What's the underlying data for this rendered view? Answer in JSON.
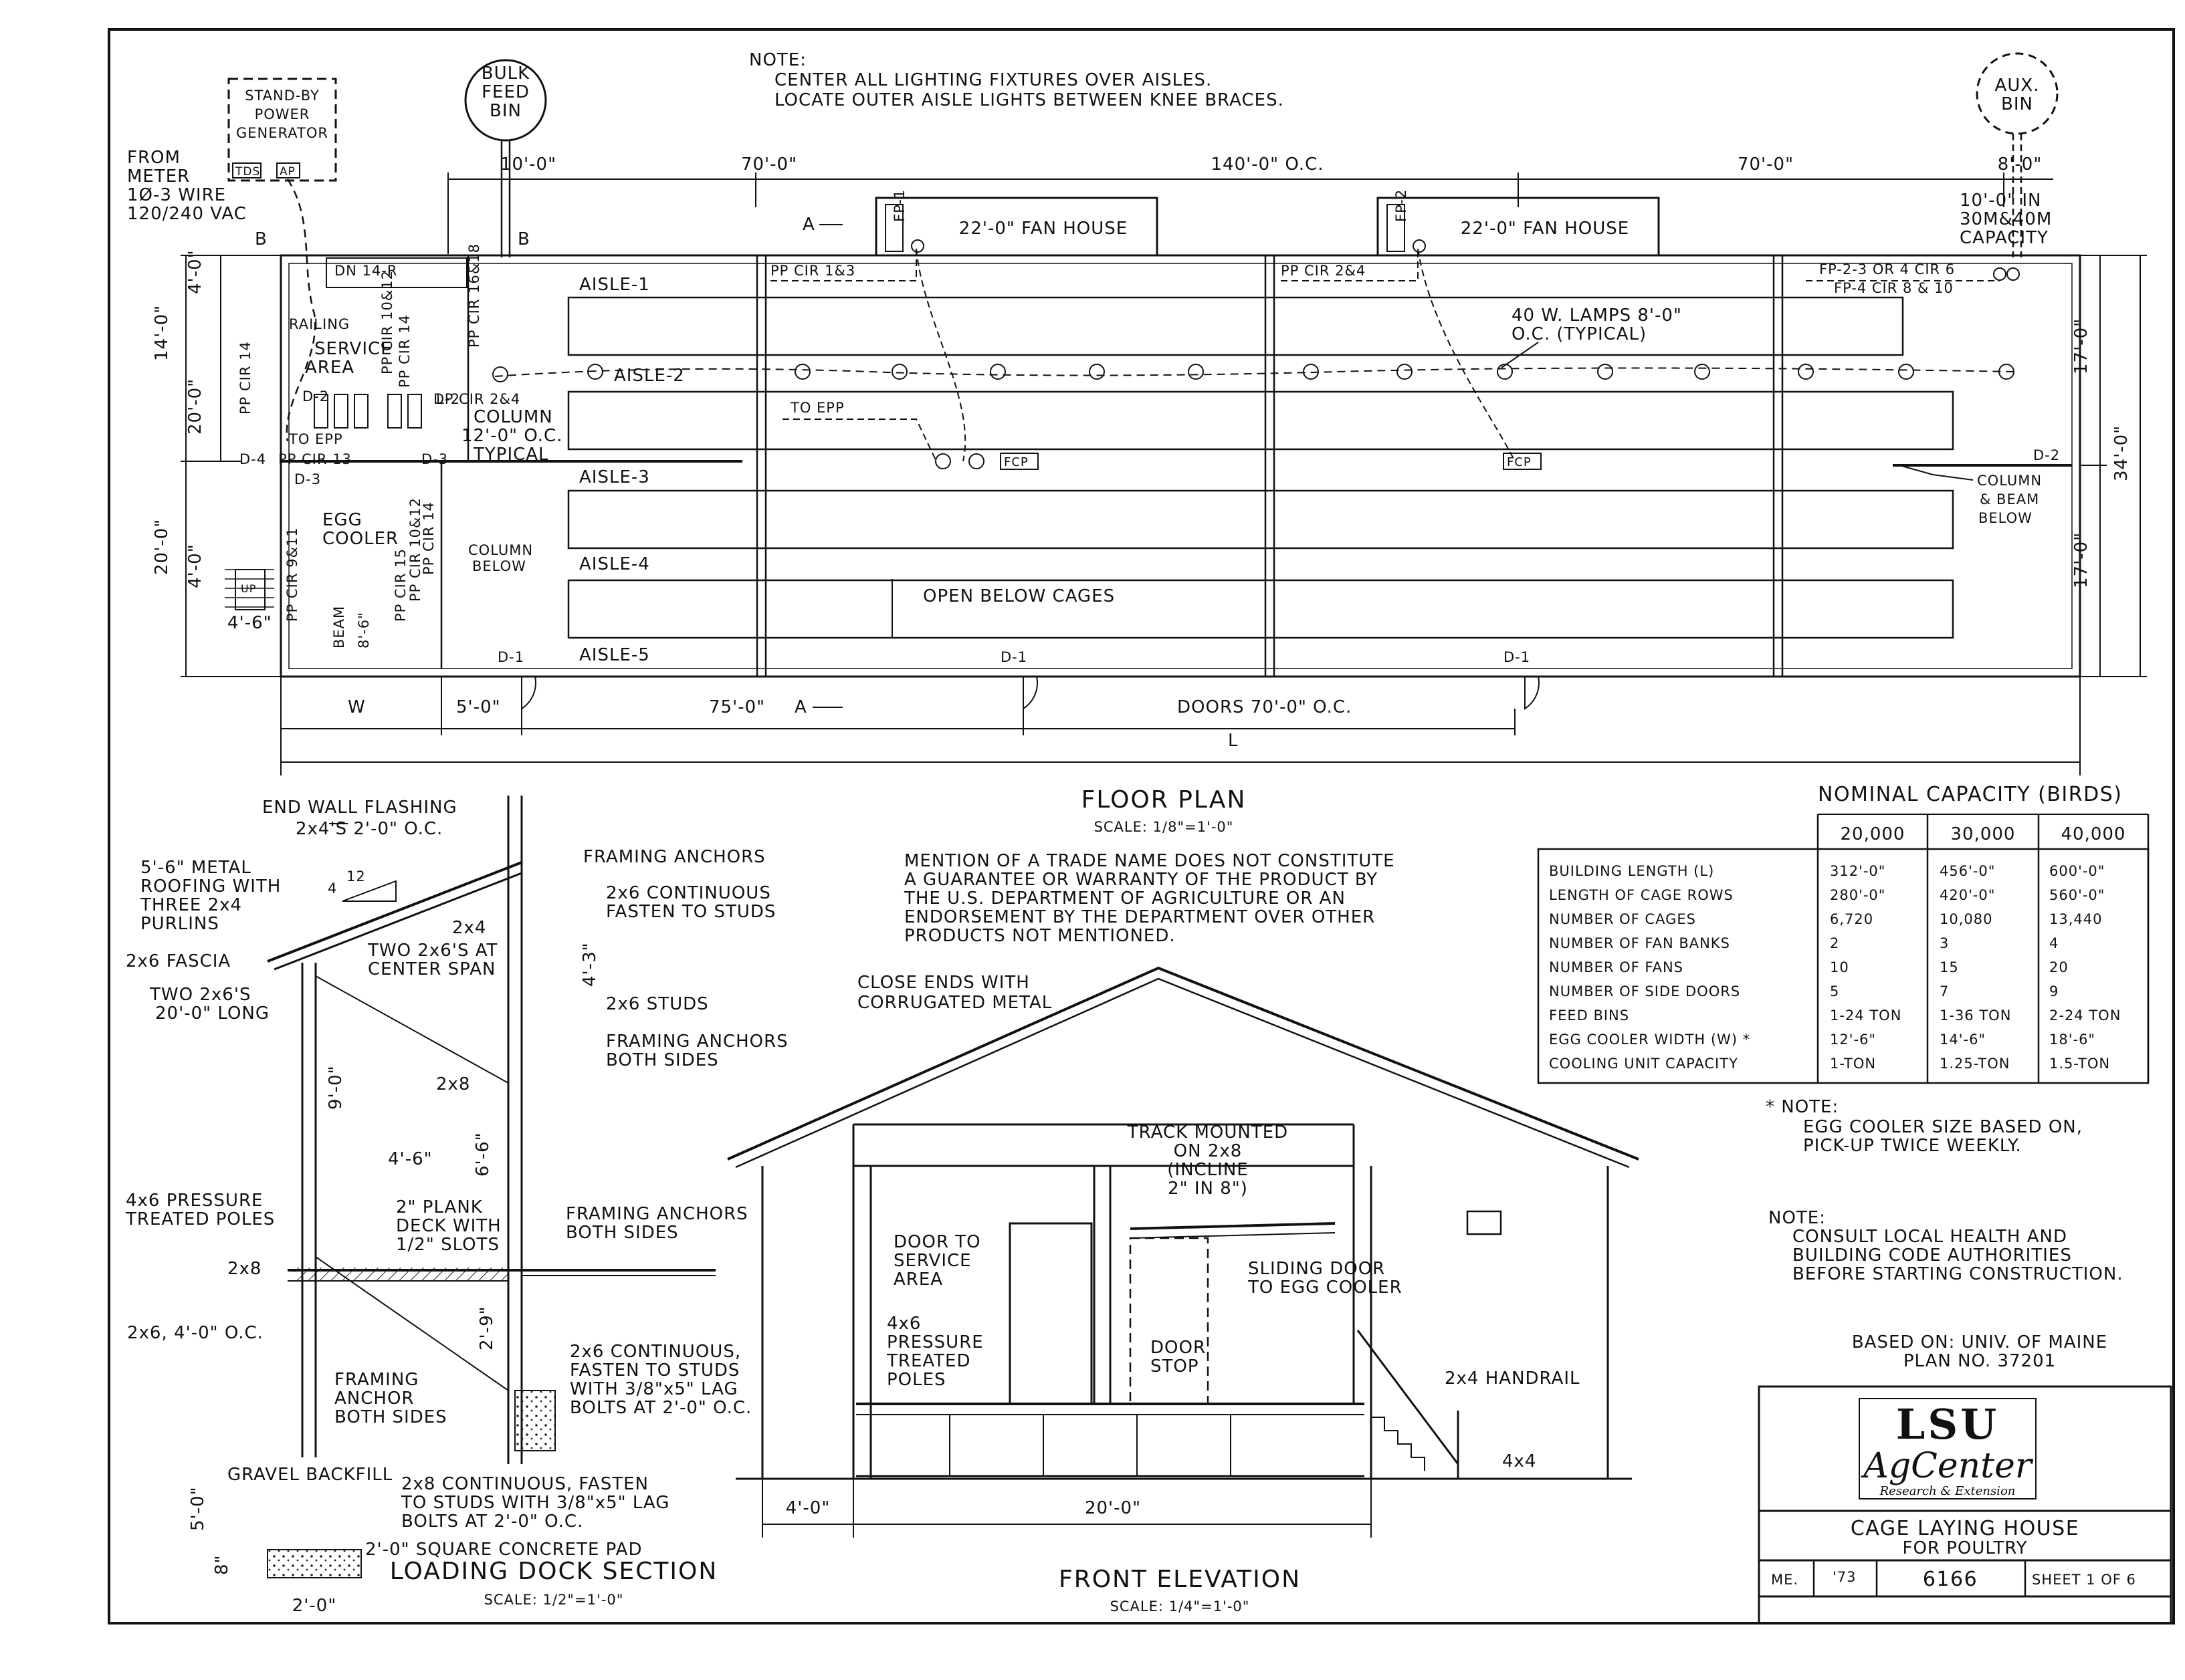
{
  "top_note": {
    "heading": "NOTE:",
    "line1": "CENTER ALL LIGHTING FIXTURES OVER AISLES.",
    "line2": "LOCATE OUTER AISLE LIGHTS BETWEEN KNEE BRACES."
  },
  "generator": {
    "line1": "STAND-BY",
    "line2": "POWER",
    "line3": "GENERATOR",
    "tds": "TDS",
    "ap": "AP"
  },
  "meter": {
    "line1": "FROM",
    "line2": "METER",
    "line3": "1Ø-3 WIRE",
    "line4": "120/240 VAC"
  },
  "bulk_bin": {
    "line1": "BULK",
    "line2": "FEED",
    "line3": "BIN"
  },
  "aux_bin": {
    "line1": "AUX.",
    "line2": "BIN"
  },
  "floor_plan": {
    "title": "FLOOR PLAN",
    "scale": "SCALE: 1/8\"=1'-0\"",
    "aisles": [
      "AISLE-1",
      "AISLE-2",
      "AISLE-3",
      "AISLE-4",
      "AISLE-5"
    ],
    "dims_top": {
      "bin_offset": "10'-0\"",
      "left_span": "70'-0\"",
      "center_span": "140'-0\" O.C.",
      "right_span": "70'-0\"",
      "aux_offset": "8'-0\""
    },
    "aux_note": [
      "10'-0\" IN",
      "30M&40M",
      "CAPACITY"
    ],
    "fan_house": "22'-0\" FAN HOUSE",
    "fp1": "FP-1",
    "fp2": "FP-2",
    "pp_cir_1_3": "PP CIR 1&3",
    "pp_cir_2_4": "PP CIR 2&4",
    "fp_right_1": "FP-2-3 OR 4 CIR 6",
    "fp_right_2": "FP-4 CIR 8 & 10",
    "lamps_note": [
      "40 W. LAMPS 8'-0\"",
      "O.C. (TYPICAL)"
    ],
    "to_epp": "TO EPP",
    "fcp": "FCP",
    "column_note": [
      "COLUMN",
      "12'-0\" O.C.",
      "TYPICAL"
    ],
    "lp_cir": "LP CIR 2&4",
    "column_beam_below": [
      "COLUMN",
      "& BEAM",
      "BELOW"
    ],
    "column_below": [
      "COLUMN",
      "BELOW"
    ],
    "open_below_cages": "OPEN BELOW CAGES",
    "section_mark_a": "A",
    "section_mark_b": "B",
    "door_d1": "D-1",
    "door_d2": "D-2",
    "door_d3": "D-3",
    "door_d4": "D-4",
    "dims_bottom": {
      "w": "W",
      "five": "5'-0\"",
      "seventyfive": "75'-0\"",
      "doors": "DOORS 70'-0\" O.C.",
      "l": "L"
    },
    "dims_left": {
      "a": "4'-0\"",
      "b": "14'-0\"",
      "c": "20'-0\"",
      "d": "20'-0\"",
      "e": "4'-0\"",
      "f": "4'-6\""
    },
    "dims_right": {
      "a": "17'-0\"",
      "b": "34'-0\"",
      "c": "17'-0\""
    },
    "service": {
      "railing": "RAILING",
      "area": [
        "SERVICE",
        "AREA"
      ],
      "egg_cooler": [
        "EGG",
        "COOLER"
      ],
      "beam": "BEAM",
      "beam_dim": "8'-6\"",
      "dn": "DN 14-R",
      "up": "UP",
      "to_epp": "TO EPP",
      "pp_cir_13": "PP CIR 13",
      "pp_cir_14": "PP CIR 14",
      "pp_cir_9_11": "PP CIR 9&11",
      "pp_cir_10_12": "PP CIR 10&12",
      "pp_cir_15": "PP CIR 15",
      "pp_cir_16_18": "PP CIR 16&18"
    }
  },
  "disclaimer": [
    "MENTION OF A TRADE NAME DOES NOT CONSTITUTE",
    "A GUARANTEE OR WARRANTY OF THE PRODUCT BY",
    "THE U.S. DEPARTMENT OF AGRICULTURE OR AN",
    "ENDORSEMENT BY THE DEPARTMENT OVER OTHER",
    "PRODUCTS NOT MENTIONED."
  ],
  "capacity_table": {
    "title": "NOMINAL CAPACITY (BIRDS)",
    "columns": [
      "20,000",
      "30,000",
      "40,000"
    ],
    "rows": [
      {
        "label": "BUILDING LENGTH (L)",
        "values": [
          "312'-0\"",
          "456'-0\"",
          "600'-0\""
        ]
      },
      {
        "label": "LENGTH OF CAGE ROWS",
        "values": [
          "280'-0\"",
          "420'-0\"",
          "560'-0\""
        ]
      },
      {
        "label": "NUMBER OF CAGES",
        "values": [
          "6,720",
          "10,080",
          "13,440"
        ]
      },
      {
        "label": "NUMBER OF FAN BANKS",
        "values": [
          "2",
          "3",
          "4"
        ]
      },
      {
        "label": "NUMBER OF FANS",
        "values": [
          "10",
          "15",
          "20"
        ]
      },
      {
        "label": "NUMBER OF SIDE DOORS",
        "values": [
          "5",
          "7",
          "9"
        ]
      },
      {
        "label": "FEED BINS",
        "values": [
          "1-24 TON",
          "1-36 TON",
          "2-24 TON"
        ]
      },
      {
        "label": "EGG COOLER WIDTH (W) *",
        "values": [
          "12'-6\"",
          "14'-6\"",
          "18'-6\""
        ]
      },
      {
        "label": "COOLING UNIT CAPACITY",
        "values": [
          "1-TON",
          "1.25-TON",
          "1.5-TON"
        ]
      }
    ]
  },
  "note_star": {
    "heading": "* NOTE:",
    "line1": "EGG COOLER SIZE BASED ON,",
    "line2": "PICK-UP TWICE WEEKLY."
  },
  "note_health": {
    "heading": "NOTE:",
    "line1": "CONSULT LOCAL HEALTH AND",
    "line2": "BUILDING CODE AUTHORITIES",
    "line3": "BEFORE STARTING CONSTRUCTION."
  },
  "based_on": {
    "line1": "BASED ON: UNIV. OF MAINE",
    "line2": "PLAN NO. 37201"
  },
  "title_block": {
    "logo_top": "LSU",
    "logo_mid": "AgCenter",
    "logo_sub": "Research & Extension",
    "title": "CAGE LAYING HOUSE",
    "subtitle": "FOR POULTRY",
    "state": "ME.",
    "year": "'73",
    "plan_no": "6166",
    "sheet": "SHEET 1 OF 6"
  },
  "loading_dock": {
    "title": "LOADING DOCK SECTION",
    "scale": "SCALE: 1/2\"=1'-0\"",
    "labels": {
      "end_wall": "END WALL FLASHING",
      "two_x4s": "2x4'S 2'-0\" O.C.",
      "roofing": [
        "5'-6\" METAL",
        "ROOFING WITH",
        "THREE 2x4",
        "PURLINS"
      ],
      "pitch_run": "12",
      "pitch_rise": "4",
      "framing_anchors": "FRAMING ANCHORS",
      "cont_2x6": [
        "2x6 CONTINUOUS",
        "FASTEN TO STUDS"
      ],
      "two_x4": "2x4",
      "fascia": "2x6 FASCIA",
      "two_2x6": [
        "TWO 2x6'S AT",
        "CENTER SPAN"
      ],
      "two_2x6_long": [
        "TWO 2x6'S",
        "20'-0\" LONG"
      ],
      "studs": "2x6 STUDS",
      "anchors_both": [
        "FRAMING ANCHORS",
        "BOTH SIDES"
      ],
      "two_x8": "2x8",
      "poles": [
        "4x6 PRESSURE",
        "TREATED POLES"
      ],
      "plank": [
        "2\" PLANK",
        "DECK WITH",
        "1/2\" SLOTS"
      ],
      "anchors_both2": [
        "FRAMING ANCHORS",
        "BOTH SIDES"
      ],
      "two_x8b": "2x8",
      "joists": "2x6, 4'-0\" O.C.",
      "cont_2x6b": [
        "2x6 CONTINUOUS,",
        "FASTEN TO STUDS",
        "WITH 3/8\"x5\" LAG",
        "BOLTS AT 2'-0\" O.C."
      ],
      "anchor_both": [
        "FRAMING",
        "ANCHOR",
        "BOTH SIDES"
      ],
      "gravel": "GRAVEL BACKFILL",
      "cont_2x8": [
        "2x8 CONTINUOUS, FASTEN",
        "TO STUDS WITH 3/8\"x5\" LAG",
        "BOLTS AT 2'-0\" O.C."
      ],
      "pad": "2'-0\" SQUARE CONCRETE PAD",
      "dim_4_3": "4'-3\"",
      "dim_9_0": "9'-0\"",
      "dim_4_6": "4'-6\"",
      "dim_6_6": "6'-6\"",
      "dim_2_9": "2'-9\"",
      "dim_5_0": "5'-0\"",
      "dim_8": "8\"",
      "dim_2_0": "2'-0\""
    }
  },
  "front_elevation": {
    "title": "FRONT ELEVATION",
    "scale": "SCALE: 1/4\"=1'-0\"",
    "labels": {
      "close_ends": [
        "CLOSE ENDS WITH",
        "CORRUGATED METAL"
      ],
      "track": [
        "TRACK MOUNTED",
        "ON 2x8",
        "(INCLINE",
        "2\" IN 8\")"
      ],
      "door_service": [
        "DOOR TO",
        "SERVICE",
        "AREA"
      ],
      "sliding": [
        "SLIDING DOOR",
        "TO EGG COOLER"
      ],
      "poles": [
        "4x6",
        "PRESSURE",
        "TREATED",
        "POLES"
      ],
      "door_stop": [
        "DOOR",
        "STOP"
      ],
      "handrail": "2x4 HANDRAIL",
      "four_x4": "4x4",
      "dim_4": "4'-0\"",
      "dim_20": "20'-0\""
    }
  }
}
